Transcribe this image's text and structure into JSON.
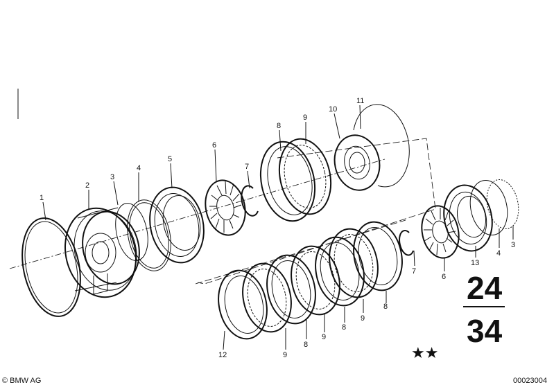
{
  "callouts": [
    "1",
    "2",
    "3",
    "4",
    "5",
    "6",
    "7",
    "8",
    "9",
    "10",
    "11",
    "8",
    "9",
    "8",
    "9",
    "8",
    "9",
    "8",
    "12",
    "13",
    "4",
    "3",
    "7",
    "6"
  ],
  "group_number_top": "24",
  "group_number_bottom": "34",
  "stars": "★★",
  "copyright": "© BMW AG",
  "image_number": "00023004"
}
